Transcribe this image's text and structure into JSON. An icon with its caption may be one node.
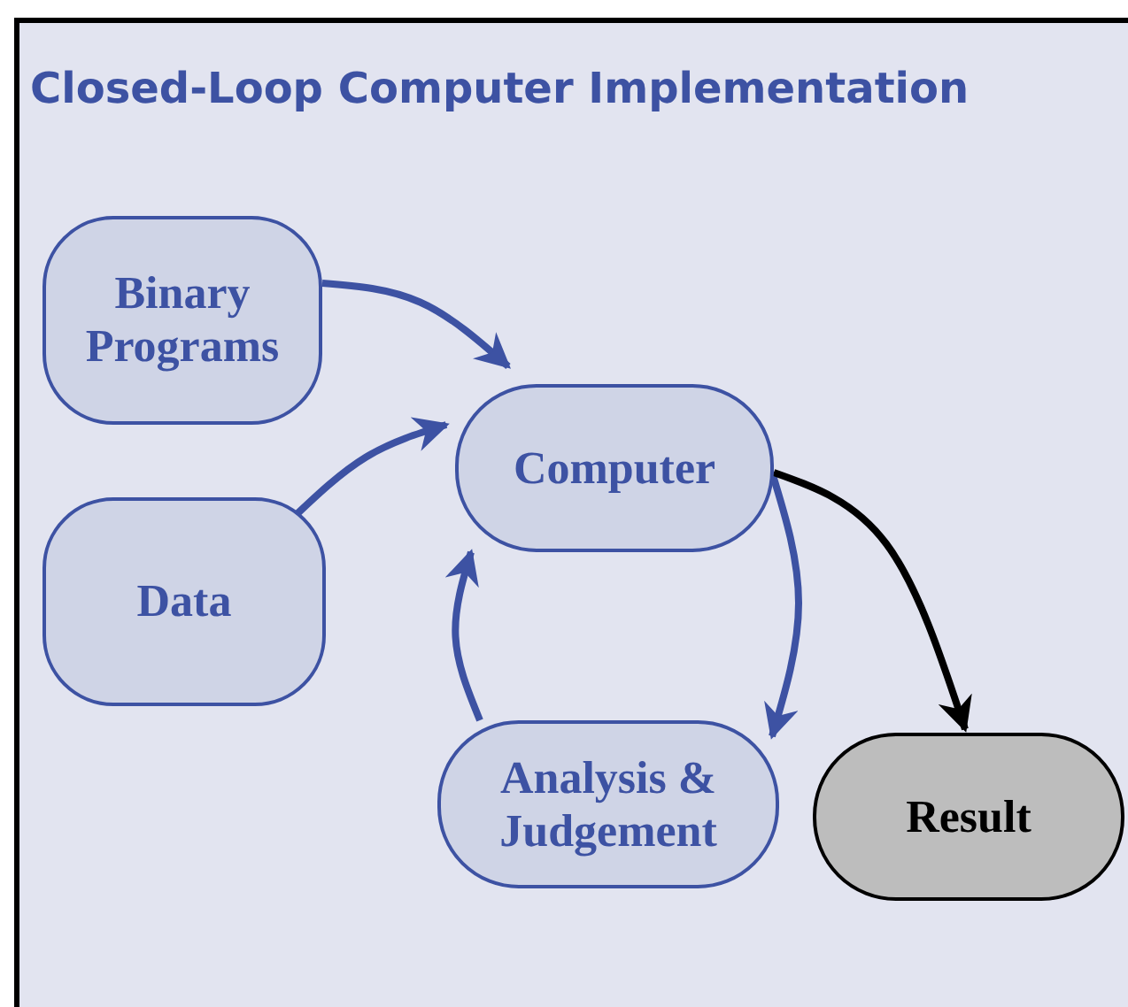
{
  "diagram": {
    "title": "Closed-Loop Computer Implementation",
    "nodes": [
      {
        "text": [
          "Binary Programs"
        ]
      },
      {
        "text": [
          "Data"
        ]
      },
      {
        "text": [
          "Computer"
        ]
      },
      {
        "text": [
          "Analysis & Judgement"
        ]
      },
      {
        "text": [
          "Result"
        ]
      }
    ],
    "edges": [
      {
        "from": 0,
        "to": 2,
        "arrow": "to"
      },
      {
        "from": 1,
        "to": 2,
        "arrow": "to"
      },
      {
        "from": 2,
        "to": 3,
        "arrow": "to"
      },
      {
        "from": 3,
        "to": 2,
        "arrow": "to"
      },
      {
        "from": 2,
        "to": 4,
        "arrow": "to",
        "color": "#000000"
      }
    ]
  }
}
